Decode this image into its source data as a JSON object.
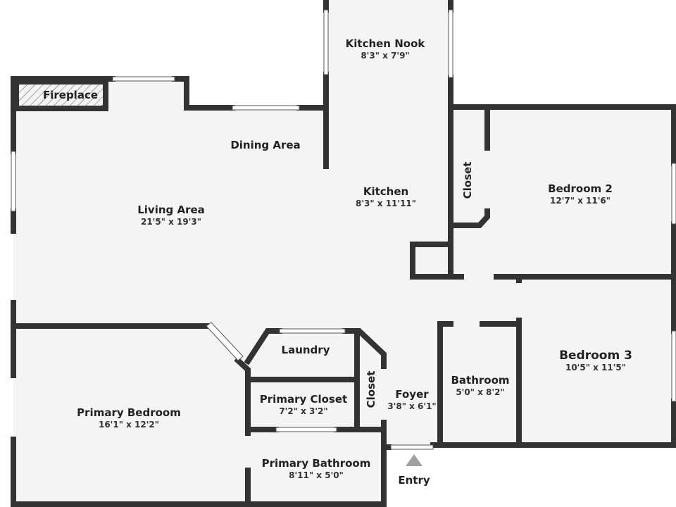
{
  "plan": {
    "rooms": [
      {
        "id": "kitchen-nook",
        "name": "Kitchen Nook",
        "dims": "8'3\" x 7'9\""
      },
      {
        "id": "fireplace",
        "name": "Fireplace",
        "dims": ""
      },
      {
        "id": "dining-area",
        "name": "Dining Area",
        "dims": ""
      },
      {
        "id": "kitchen",
        "name": "Kitchen",
        "dims": "8'3\" x 11'11\""
      },
      {
        "id": "living-area",
        "name": "Living Area",
        "dims": "21'5\" x 19'3\""
      },
      {
        "id": "closet-bed2",
        "name": "Closet",
        "dims": ""
      },
      {
        "id": "bedroom-2",
        "name": "Bedroom 2",
        "dims": "12'7\" x 11'6\""
      },
      {
        "id": "bedroom-3",
        "name": "Bedroom 3",
        "dims": "10'5\" x 11'5\""
      },
      {
        "id": "laundry",
        "name": "Laundry",
        "dims": ""
      },
      {
        "id": "primary-closet",
        "name": "Primary Closet",
        "dims": "7'2\" x 3'2\""
      },
      {
        "id": "closet-hall",
        "name": "Closet",
        "dims": ""
      },
      {
        "id": "foyer",
        "name": "Foyer",
        "dims": "3'8\" x 6'1\""
      },
      {
        "id": "bathroom",
        "name": "Bathroom",
        "dims": "5'0\" x 8'2\""
      },
      {
        "id": "primary-bedroom",
        "name": "Primary Bedroom",
        "dims": "16'1\" x 12'2\""
      },
      {
        "id": "primary-bathroom",
        "name": "Primary Bathroom",
        "dims": "8'11\" x 5'0\""
      }
    ],
    "entry_label": "Entry",
    "colors": {
      "wall": "#333333",
      "floor": "#f4f4f4",
      "window": "#ffffff",
      "entry_arrow": "#a0a0a0"
    }
  }
}
